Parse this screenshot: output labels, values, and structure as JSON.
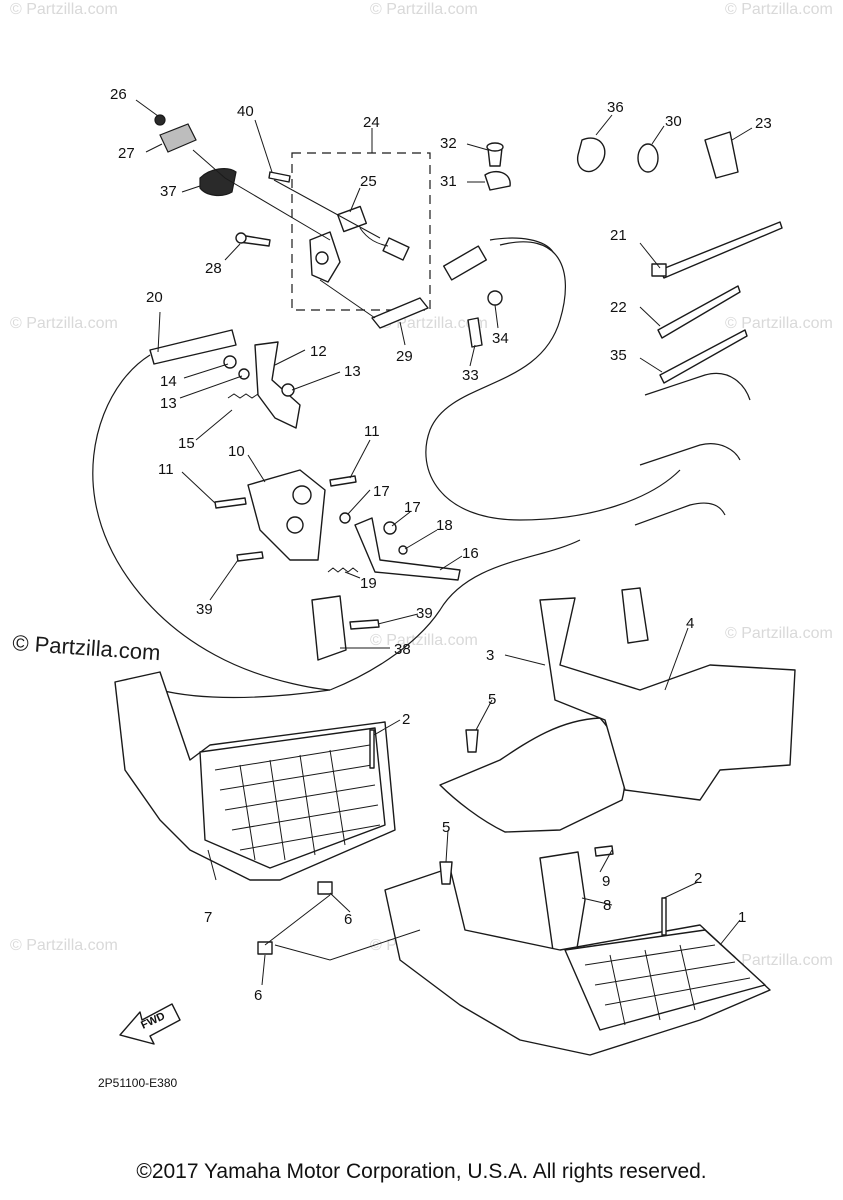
{
  "watermarks": {
    "small": "© Partzilla.com",
    "large": "© Partzilla.com"
  },
  "diagram_code": "2P51100-E380",
  "fwd_label": "FWD",
  "callouts": {
    "c1": "1",
    "c2a": "2",
    "c2b": "2",
    "c3": "3",
    "c4": "4",
    "c5a": "5",
    "c5b": "5",
    "c6a": "6",
    "c6b": "6",
    "c7": "7",
    "c8": "8",
    "c9": "9",
    "c10": "10",
    "c11a": "11",
    "c11b": "11",
    "c12": "12",
    "c13a": "13",
    "c13b": "13",
    "c14": "14",
    "c15": "15",
    "c16": "16",
    "c17a": "17",
    "c17b": "17",
    "c18": "18",
    "c19": "19",
    "c20": "20",
    "c21": "21",
    "c22": "22",
    "c23": "23",
    "c24": "24",
    "c25": "25",
    "c26": "26",
    "c27": "27",
    "c28": "28",
    "c29": "29",
    "c30": "30",
    "c31": "31",
    "c32": "32",
    "c33": "33",
    "c34": "34",
    "c35": "35",
    "c36": "36",
    "c37": "37",
    "c38": "38",
    "c39a": "39",
    "c39b": "39",
    "c40": "40"
  },
  "copyright": "©2017 Yamaha Motor Corporation, U.S.A. All rights reserved."
}
